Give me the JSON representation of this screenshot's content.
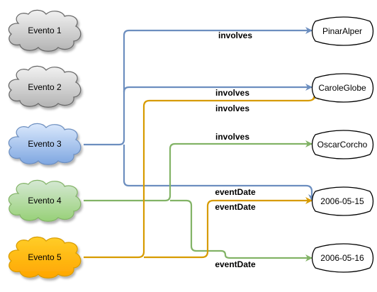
{
  "colors": {
    "grey_fill": "#bdbdbd",
    "blue_fill": "#7ea6e0",
    "green_fill": "#97d077",
    "orange_fill": "#ffb200",
    "blue_edge": "#6c8ebf",
    "green_edge": "#82b366",
    "orange_edge": "#d79b00"
  },
  "events": [
    {
      "id": "e1",
      "label": "Evento 1"
    },
    {
      "id": "e2",
      "label": "Evento 2"
    },
    {
      "id": "e3",
      "label": "Evento 3"
    },
    {
      "id": "e4",
      "label": "Evento 4"
    },
    {
      "id": "e5",
      "label": "Evento 5"
    }
  ],
  "targets": [
    {
      "id": "t1",
      "label": "PinarAlper"
    },
    {
      "id": "t2",
      "label": "CaroleGlobe"
    },
    {
      "id": "t3",
      "label": "OscarCorcho"
    },
    {
      "id": "t4",
      "label": "2006-05-15"
    },
    {
      "id": "t5",
      "label": "2006-05-16"
    }
  ],
  "edge_labels": {
    "e3_t1": "involves",
    "e3_t2": "involves",
    "e5_t2": "involves",
    "e4_t3": "involves",
    "e3_t4": "eventDate",
    "e5_t4": "eventDate",
    "e4_t5": "eventDate"
  }
}
